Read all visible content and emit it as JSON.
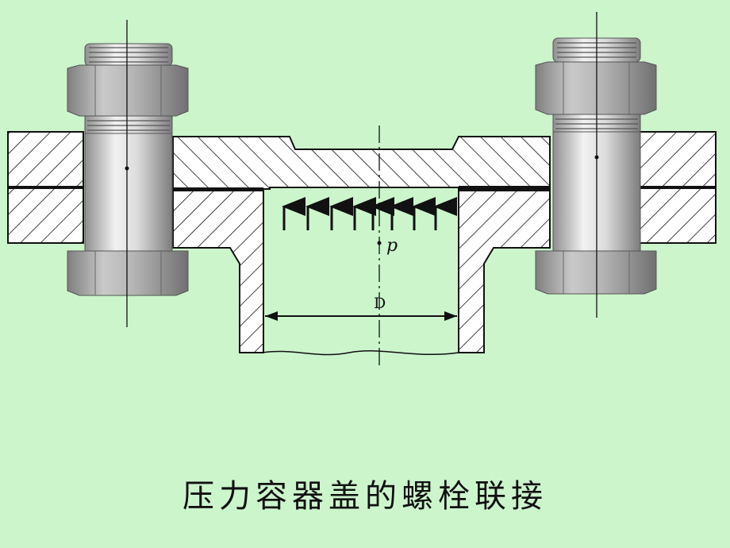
{
  "colors": {
    "background": "#ccf5cc",
    "metal_face": "#ffffff",
    "hatch": "#111111",
    "bolt_light": "#e6e6e6",
    "bolt_dark": "#8a8a8a",
    "nut": "#a8a8a8"
  },
  "labels": {
    "pressure": "p",
    "diameter": "D"
  },
  "caption": "压力容器盖的螺栓联接"
}
